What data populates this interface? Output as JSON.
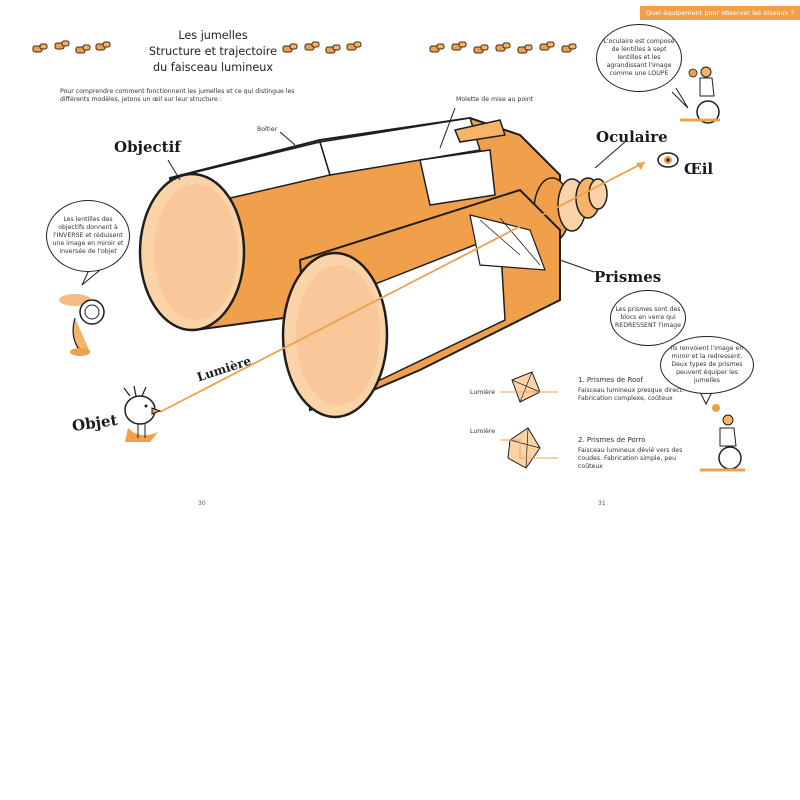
{
  "header": {
    "chapter_label": "Quel équipement pour observer les oiseaux ?"
  },
  "title": {
    "line1": "Les jumelles",
    "line2": "Structure et trajectoire",
    "line3": "du faisceau lumineux"
  },
  "intro": {
    "text": "Pour comprendre comment fonctionnent les jumelles et ce qui distingue les différents modèles, jetons un œil sur leur structure :"
  },
  "labels": {
    "objectif": "Objectif",
    "oculaire": "Oculaire",
    "oeil": "Œil",
    "prismes": "Prismes",
    "lumiere": "Lumière",
    "objet": "Objet",
    "molette": "Molette de mise au point",
    "boitier": "Boîtier"
  },
  "bubbles": {
    "lentilles": "Les lentilles des objectifs donnent à l'INVERSE et réduisent une image en miroir et inversée de l'objet",
    "oculaire": "L'oculaire est composé de lentilles à sept lentilles et les agrandissant l'image comme une LOUPE",
    "prismes_info": "Les prismes sont des blocs en verre qui REDRESSENT l'image",
    "reflexion": "Ils renvoient l'image en miroir et la redressent. Deux types de prismes peuvent équiper les jumelles"
  },
  "prisms": {
    "p1_light": "Lumière",
    "p1_title": "1. Prismes de Roof",
    "p1_desc": "Faisceau lumineux presque direct. Fabrication complexe, coûteux",
    "p2_light": "Lumière",
    "p2_title": "2. Prismes de Porro",
    "p2_desc": "Faisceau lumineux dévié vers des coudes. Fabrication simple, peu coûteux"
  },
  "pages": {
    "left": "30",
    "right": "31"
  },
  "colors": {
    "orange": "#f0a04b",
    "light_orange": "#fbd3a8",
    "ink": "#1e1e1e"
  },
  "icons": [
    "binoculars-icon",
    "eye-icon",
    "bird-icon",
    "wheelchair-person-icon",
    "prism-icon"
  ]
}
